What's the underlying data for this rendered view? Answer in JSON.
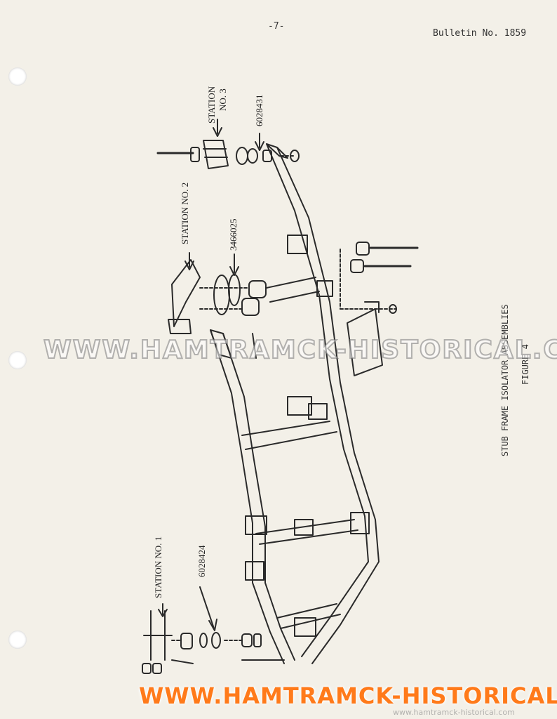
{
  "header": {
    "page_number": "-7-",
    "bulletin": "Bulletin No. 1859"
  },
  "diagram": {
    "station1": "STATION NO. 1",
    "part_6028424": "6028424",
    "station2": "STATION NO. 2",
    "part_3466025": "3466025",
    "station3_line1": "STATION",
    "station3_line2": "NO. 3",
    "part_6028431": "6028431"
  },
  "caption": {
    "title": "STUB FRAME ISOLATOR ASSEMBLIES",
    "figure": "FIGURE 4"
  },
  "watermark": {
    "center": "WWW.HAMTRAMCK-HISTORICAL.COM",
    "bottom": "WWW.HAMTRAMCK-HISTORICAL.COM",
    "small": "www.hamtramck-historical.com"
  }
}
